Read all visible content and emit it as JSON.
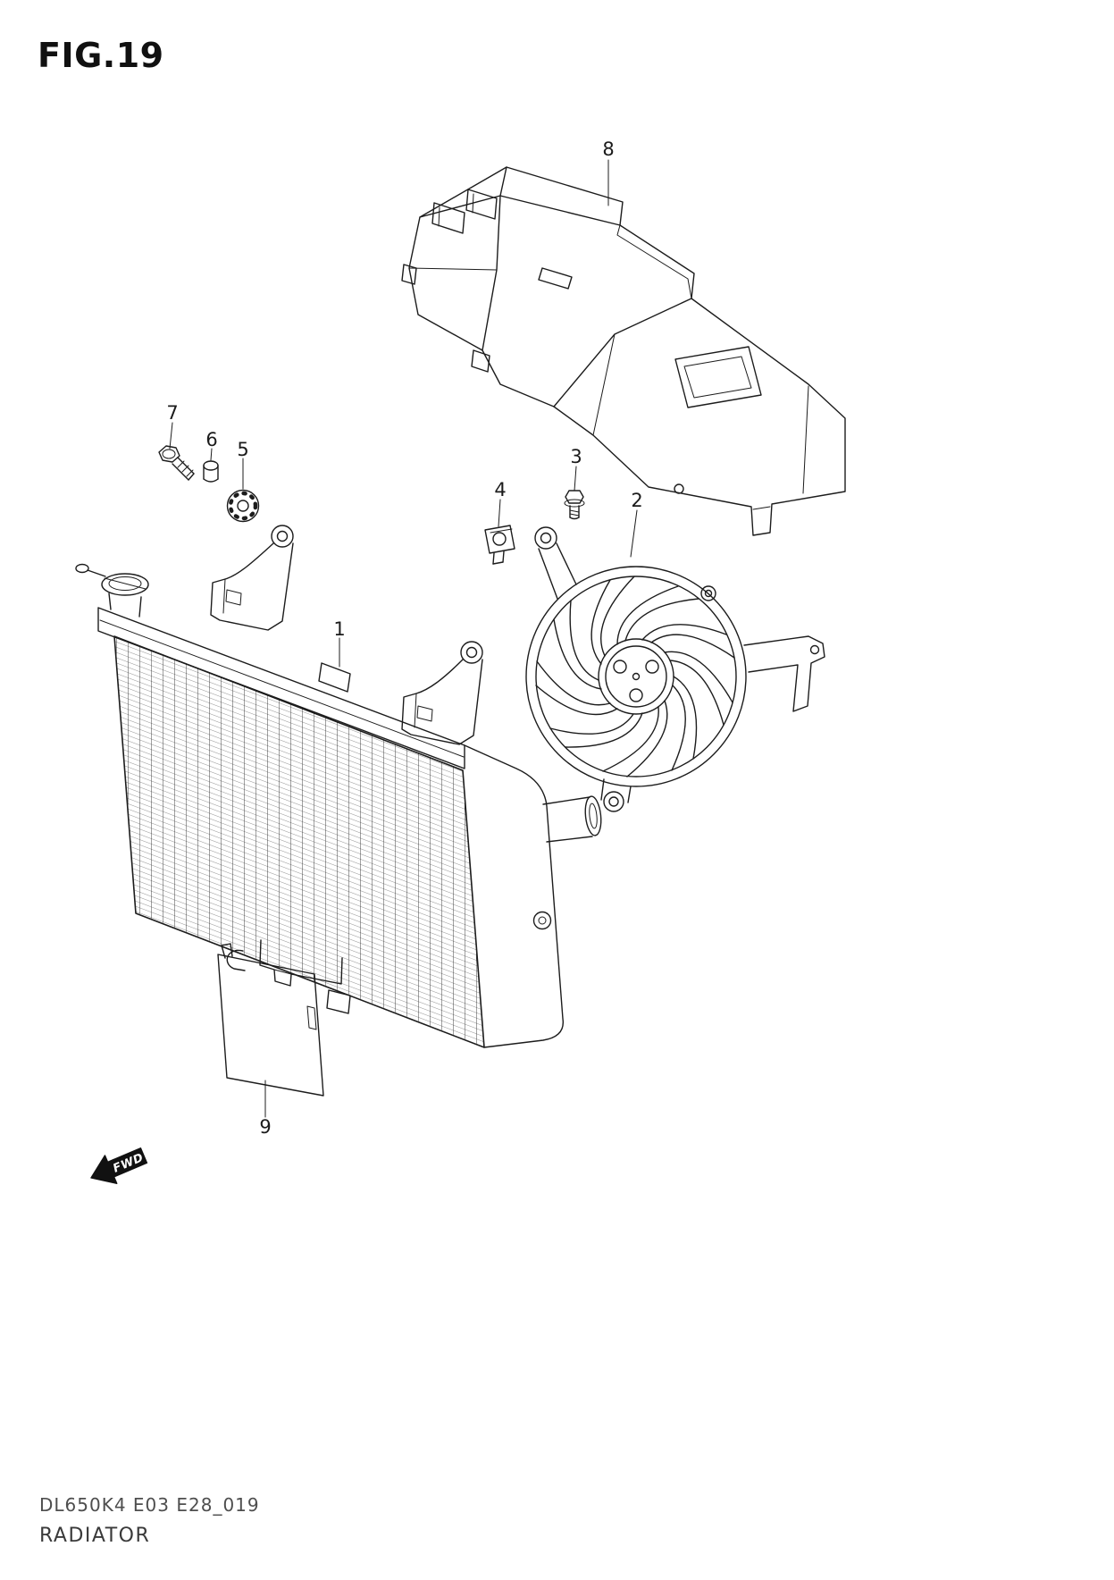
{
  "figure": {
    "title": "FIG.19",
    "model_code": "DL650K4 E03 E28_019",
    "caption": "RADIATOR"
  },
  "fwd": {
    "label": "FWD"
  },
  "callouts": {
    "c1": "1",
    "c2": "2",
    "c3": "3",
    "c4": "4",
    "c5": "5",
    "c6": "6",
    "c7": "7",
    "c8": "8",
    "c9": "9"
  },
  "colors": {
    "ink": "#1c1c1c",
    "background": "#ffffff"
  }
}
